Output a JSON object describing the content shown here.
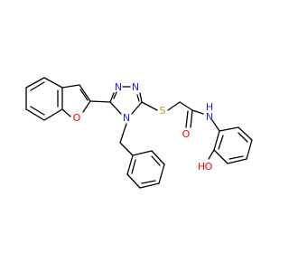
{
  "molecule": {
    "background": "#ffffff",
    "bond_color": "#000000",
    "atom_colors": {
      "N": "#2020ff",
      "O": "#ff0000",
      "S": "#b8a000"
    },
    "labels": {
      "n1": "N",
      "n2": "N",
      "n3": "N",
      "o_furan": "O",
      "s_thio": "S",
      "o_carbonyl": "O",
      "nh_N": "N",
      "nh_H": "H",
      "oh_O": "O",
      "oh_H": "H"
    }
  }
}
